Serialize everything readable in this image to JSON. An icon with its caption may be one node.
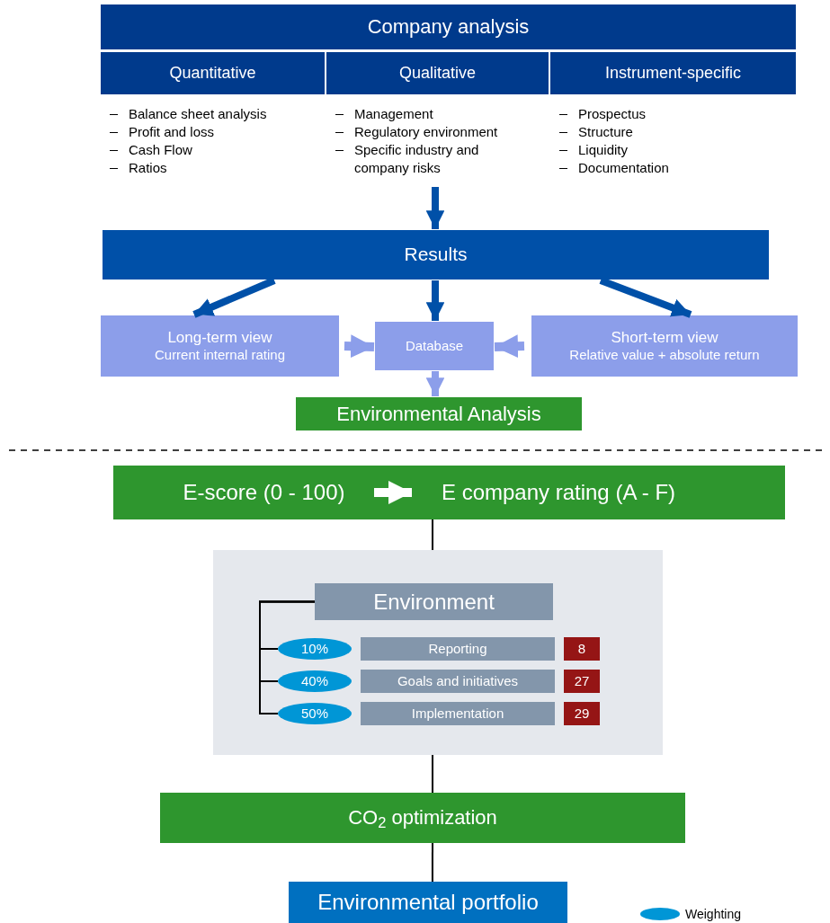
{
  "diagram": {
    "nodes": [
      {
        "text": [
          "Company analysis"
        ]
      },
      {
        "text": [
          "Quantitative"
        ],
        "beside": [
          "Balance sheet analysis",
          "Profit and loss",
          "Cash Flow",
          "Ratios"
        ]
      },
      {
        "text": [
          "Qualitative"
        ],
        "beside": [
          "Management",
          "Regulatory environment",
          "Specific industry and company risks"
        ]
      },
      {
        "text": [
          "Instrument-specific"
        ],
        "beside": [
          "Prospectus",
          "Structure",
          "Liquidity",
          "Documentation"
        ]
      },
      {
        "text": [
          "Results"
        ]
      },
      {
        "text": [
          "Long-term view",
          "Current internal rating"
        ]
      },
      {
        "text": [
          "Database"
        ]
      },
      {
        "text": [
          "Short-term view",
          "Relative value + absolute return"
        ]
      },
      {
        "text": [
          "Environmental Analysis"
        ]
      },
      {
        "text": [],
        "shape": "box"
      },
      {
        "text": [
          "E-score (0 - 100)"
        ],
        "in": 9
      },
      {
        "text": [
          "E company rating (A - F)"
        ],
        "in": 9
      },
      {
        "text": [],
        "shape": "box"
      },
      {
        "text": [
          "Environment"
        ],
        "in": 12
      },
      {
        "text": [
          "10%"
        ],
        "in": 12
      },
      {
        "text": [
          "40%"
        ],
        "in": 12
      },
      {
        "text": [
          "50%"
        ],
        "in": 12
      },
      {
        "text": [
          "Reporting"
        ],
        "in": 12
      },
      {
        "text": [
          "Goals and initiatives"
        ],
        "in": 12
      },
      {
        "text": [
          "Implementation"
        ],
        "in": 12
      },
      {
        "text": [
          "8"
        ],
        "in": 12
      },
      {
        "text": [
          "27"
        ],
        "in": 12
      },
      {
        "text": [
          "29"
        ],
        "in": 12
      },
      {
        "text": [
          "CO$_{2}$ optimization"
        ]
      },
      {
        "text": [
          "Environmental portfolio"
        ]
      }
    ],
    "edges": [
      {
        "from": null,
        "to": 4,
        "arrow": "to",
        "color": "#0050a8"
      },
      {
        "from": 4,
        "to": 5,
        "arrow": "to",
        "color": "#0050a8"
      },
      {
        "from": 4,
        "to": 6,
        "arrow": "to",
        "color": "#0050a8"
      },
      {
        "from": 4,
        "to": 7,
        "arrow": "to",
        "color": "#0050a8"
      },
      {
        "from": 5,
        "to": 6,
        "arrow": "to",
        "color": "#8c9eea"
      },
      {
        "from": 7,
        "to": 6,
        "arrow": "to",
        "color": "#8c9eea"
      },
      {
        "from": 6,
        "to": 8,
        "arrow": "to",
        "color": "#8c9eea"
      },
      {
        "from": 10,
        "to": 11,
        "arrow": "to",
        "color": "#ffffff"
      },
      {
        "from": 9,
        "to": 12,
        "arrow": "none",
        "color": "#000000"
      },
      {
        "from": 12,
        "to": 23,
        "arrow": "none",
        "color": "#000000"
      },
      {
        "from": 23,
        "to": 24,
        "arrow": "none",
        "color": "#000000"
      },
      {
        "from": 13,
        "to": 14,
        "arrow": "none",
        "color": "#000000"
      },
      {
        "from": 13,
        "to": 15,
        "arrow": "none",
        "color": "#000000"
      },
      {
        "from": 13,
        "to": 16,
        "arrow": "none",
        "color": "#000000"
      }
    ],
    "legend": [
      {
        "text": "Weighting",
        "color": "#0096d6"
      }
    ]
  }
}
